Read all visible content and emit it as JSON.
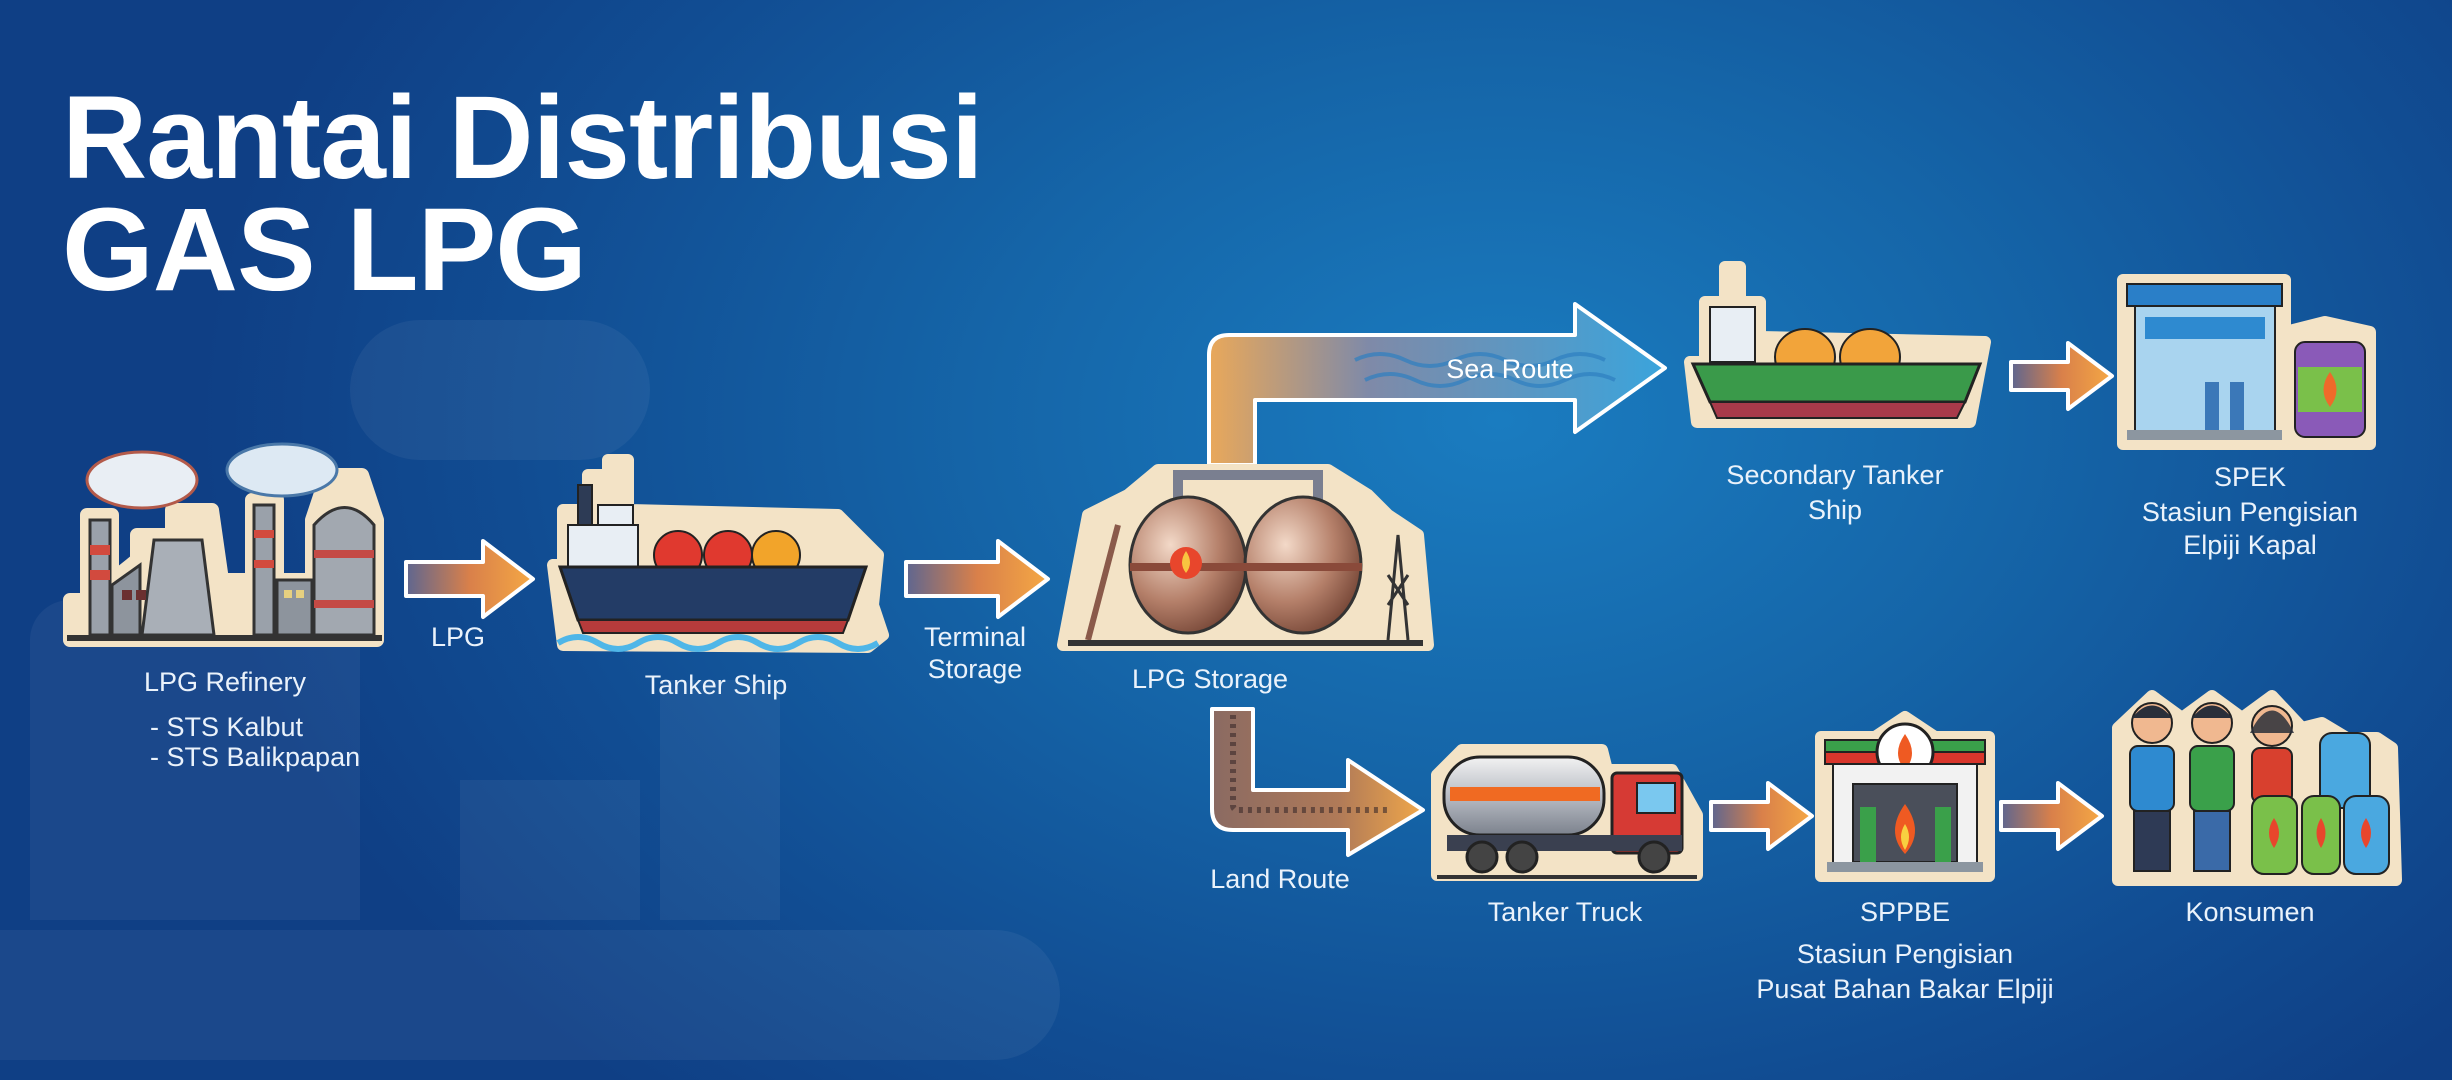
{
  "title": {
    "line1": "Rantai Distribusi",
    "line2": "GAS LPG"
  },
  "colors": {
    "background": "#1565a8",
    "arrow_orange": "#f0a040",
    "arrow_gray": "#6b6f8a",
    "sticker_border": "#f3e3c6",
    "text": "#eaf2fb"
  },
  "nodes": {
    "refinery": {
      "label": "LPG Refinery",
      "sublist": [
        "- STS Kalbut",
        "- STS Balikpapan"
      ],
      "icon": "refinery-icon"
    },
    "tanker_ship": {
      "label": "Tanker Ship",
      "icon": "tanker-ship-icon"
    },
    "lpg_storage": {
      "label": "LPG Storage",
      "icon": "storage-tanks-icon"
    },
    "secondary_tanker": {
      "label_line1": "Secondary Tanker",
      "label_line2": "Ship",
      "icon": "secondary-tanker-icon"
    },
    "spek": {
      "label": "SPEK",
      "desc_line1": "Stasiun Pengisian",
      "desc_line2": "Elpiji Kapal",
      "icon": "spek-station-icon"
    },
    "tanker_truck": {
      "label": "Tanker Truck",
      "icon": "tanker-truck-icon"
    },
    "sppbe": {
      "label": "SPPBE",
      "desc_line1": "Stasiun Pengisian",
      "desc_line2": "Pusat Bahan Bakar Elpiji",
      "icon": "sppbe-station-icon"
    },
    "konsumen": {
      "label": "Konsumen",
      "icon": "consumers-icon"
    }
  },
  "edges": {
    "lpg": {
      "label": "LPG"
    },
    "terminal_storage": {
      "label_line1": "Terminal",
      "label_line2": "Storage"
    },
    "sea_route": {
      "label": "Sea Route"
    },
    "land_route": {
      "label": "Land Route"
    }
  }
}
